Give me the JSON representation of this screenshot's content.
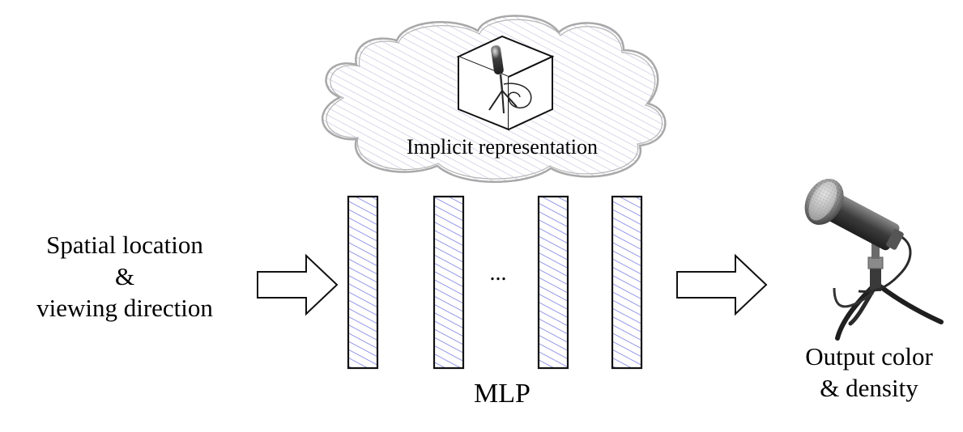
{
  "input": {
    "line1": "Spatial location",
    "line2": "&",
    "line3": "viewing direction"
  },
  "network": {
    "label": "MLP",
    "ellipsis": "...",
    "layer_count_shown": 4
  },
  "implicit": {
    "label": "Implicit representation"
  },
  "output": {
    "line1": "Output color",
    "line2": "& density"
  },
  "colors": {
    "layer_hatch": "#7b7fe0",
    "cloud_hatch": "#b9bcd6",
    "cloud_stroke": "#a8a8a8",
    "stroke": "#111111"
  }
}
